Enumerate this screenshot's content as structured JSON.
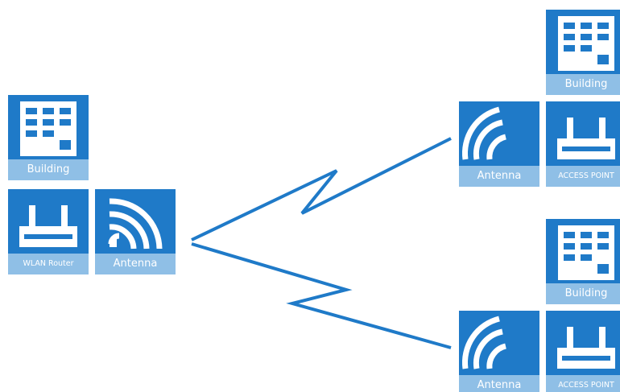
{
  "colors": {
    "tile_top": "#1f7ac8",
    "tile_caption": "#8fbfe6",
    "link_line": "#1f7ac8",
    "text": "#ffffff"
  },
  "left_site": {
    "building_label": "Building",
    "router_label": "WLAN Router",
    "antenna_label": "Antenna"
  },
  "right_site_top": {
    "building_label": "Building",
    "antenna_label": "Antenna",
    "access_point_label": "ACCESS POINT"
  },
  "right_site_bottom": {
    "building_label": "Building",
    "antenna_label": "Antenna",
    "access_point_label": "ACCESS POINT"
  },
  "icons": [
    "building-icon",
    "router-icon",
    "antenna-icon",
    "access-point-icon"
  ]
}
